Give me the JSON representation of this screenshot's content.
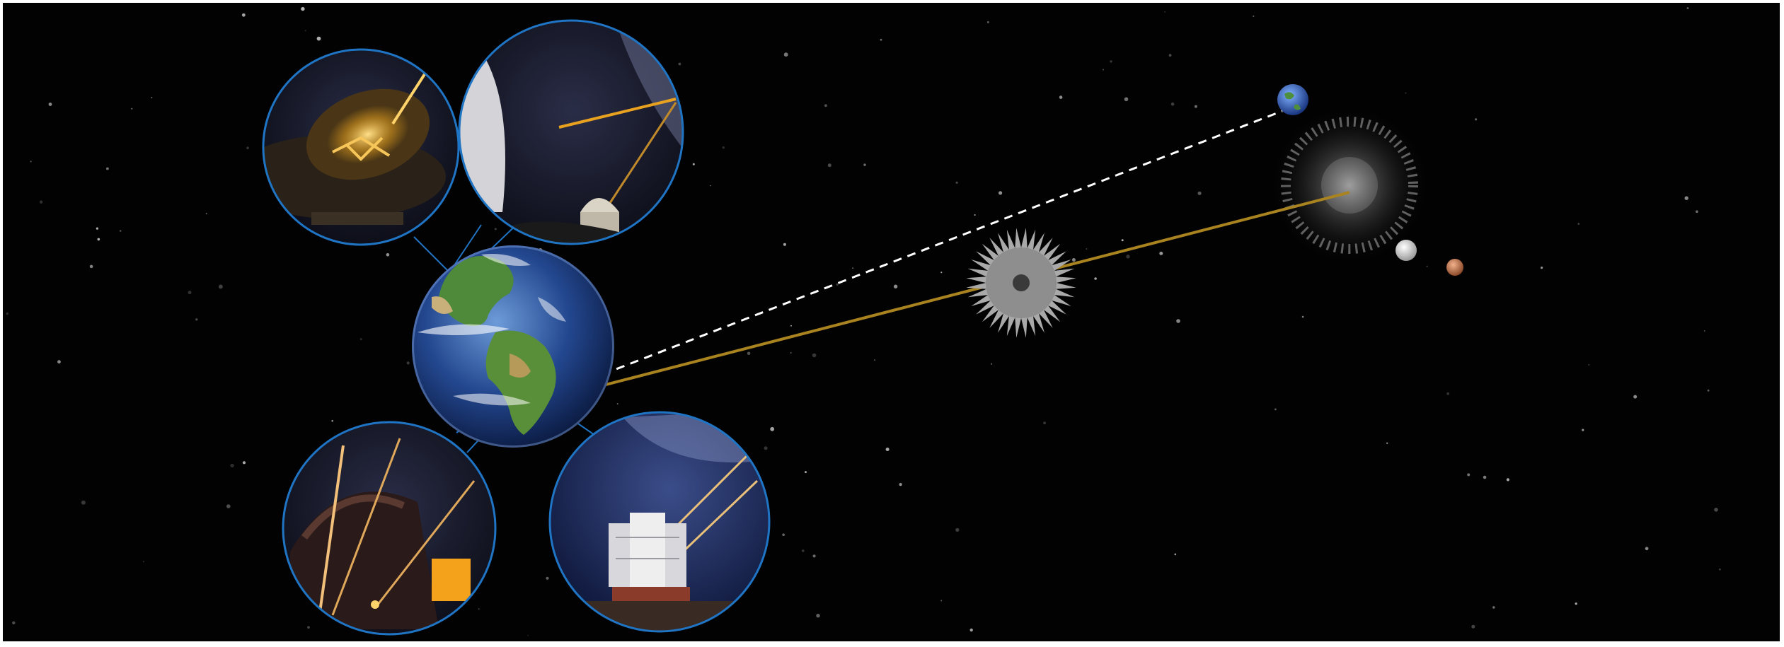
{
  "colors": {
    "space": "#020202",
    "frame_border": "#ffffff",
    "inset_ring": "#1f74c4",
    "laser": "#e8a21f",
    "beam": "#a98320",
    "link_dashed": "#ffffff",
    "starshade": "#a9a9a9",
    "ocean": "#1d3d8c",
    "land": "#3f7c35"
  },
  "icons": {
    "home_planet": "earth-icon",
    "starshade": "starshade-icon",
    "target_star": "star-glow-icon",
    "exoplanets": [
      "exo-earth-icon",
      "exo-moon-icon",
      "exo-mars-icon"
    ]
  },
  "insets": [
    {
      "name": "inset-segmented-mirror-laser",
      "subject": "segmented-telescope-icon"
    },
    {
      "name": "inset-observatory-laser-milky-way",
      "subject": "observatory-dome-icon"
    },
    {
      "name": "inset-dome-multiple-lasers",
      "subject": "telescope-dome-icon"
    },
    {
      "name": "inset-giant-telescope-lasers",
      "subject": "telescope-enclosure-icon"
    }
  ]
}
